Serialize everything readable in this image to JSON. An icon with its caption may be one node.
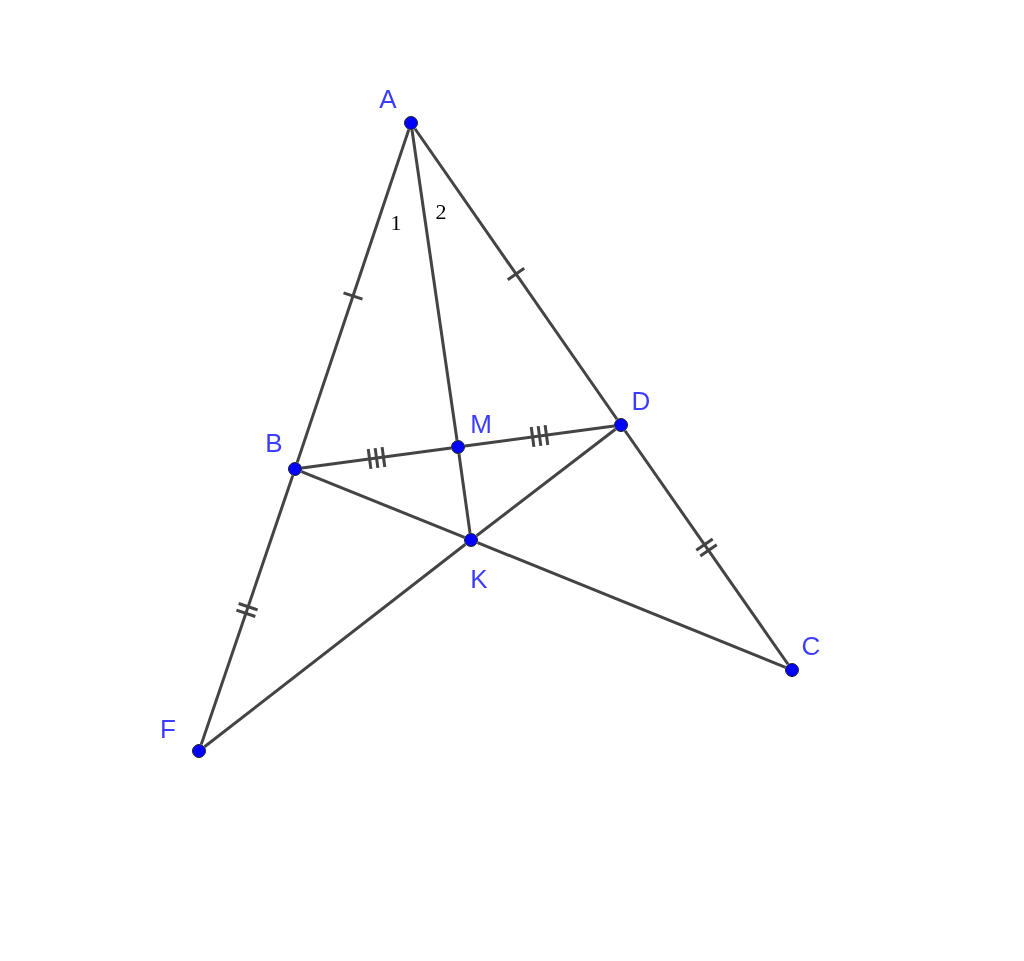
{
  "diagram": {
    "nodes": [
      {
        "text": [
          "A"
        ]
      },
      {
        "text": [
          "B"
        ]
      },
      {
        "text": [
          "C"
        ]
      },
      {
        "text": [
          "D"
        ]
      },
      {
        "text": [
          "F"
        ]
      },
      {
        "text": [
          "K"
        ]
      },
      {
        "text": [
          "M"
        ]
      }
    ],
    "edges": [
      {
        "from": 0,
        "to": 1,
        "arrow": "none"
      },
      {
        "from": 1,
        "to": 4,
        "arrow": "none"
      },
      {
        "from": 0,
        "to": 3,
        "arrow": "none"
      },
      {
        "from": 3,
        "to": 2,
        "arrow": "none"
      },
      {
        "from": 0,
        "to": 6,
        "arrow": "none"
      },
      {
        "from": 6,
        "to": 5,
        "arrow": "none"
      },
      {
        "from": 1,
        "to": 6,
        "arrow": "none"
      },
      {
        "from": 6,
        "to": 3,
        "arrow": "none"
      },
      {
        "from": 1,
        "to": 5,
        "arrow": "none"
      },
      {
        "from": 5,
        "to": 2,
        "arrow": "none"
      },
      {
        "from": 3,
        "to": 5,
        "arrow": "none"
      },
      {
        "from": 5,
        "to": 4,
        "arrow": "none"
      }
    ],
    "labels": [
      "1",
      "2"
    ]
  }
}
